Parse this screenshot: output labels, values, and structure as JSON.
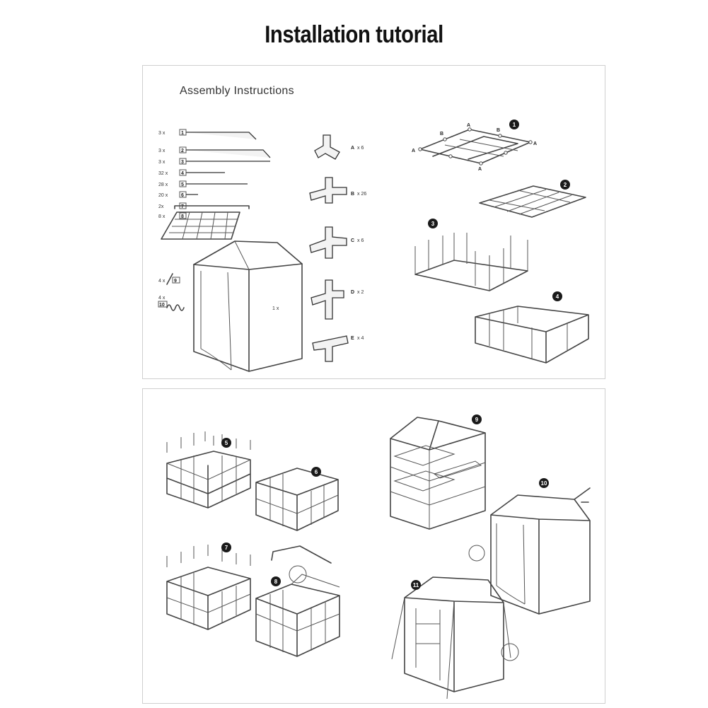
{
  "page_title": "Installation tutorial",
  "top_panel": {
    "heading": "Assembly Instructions",
    "parts": [
      {
        "qty": "3 x",
        "num": "1"
      },
      {
        "qty": "3 x",
        "num": "2"
      },
      {
        "qty": "3 x",
        "num": "3"
      },
      {
        "qty": "32 x",
        "num": "4"
      },
      {
        "qty": "28 x",
        "num": "5"
      },
      {
        "qty": "20 x",
        "num": "6"
      },
      {
        "qty": "2x",
        "num": "7"
      },
      {
        "qty": "8 x",
        "num": "8"
      }
    ],
    "stake_qty": "4 x",
    "stake_num": "9",
    "spring_qty": "4 x",
    "spring_num": "10",
    "cover_qty": "1 x",
    "connectors": [
      {
        "letter": "A",
        "qty": "x 6"
      },
      {
        "letter": "B",
        "qty": "x 26"
      },
      {
        "letter": "C",
        "qty": "x 6"
      },
      {
        "letter": "D",
        "qty": "x 2"
      },
      {
        "letter": "E",
        "qty": "x 4"
      }
    ],
    "steps": [
      "1",
      "2",
      "3",
      "4"
    ]
  },
  "bottom_panel": {
    "steps": [
      "5",
      "6",
      "7",
      "8",
      "9",
      "10",
      "11"
    ]
  }
}
